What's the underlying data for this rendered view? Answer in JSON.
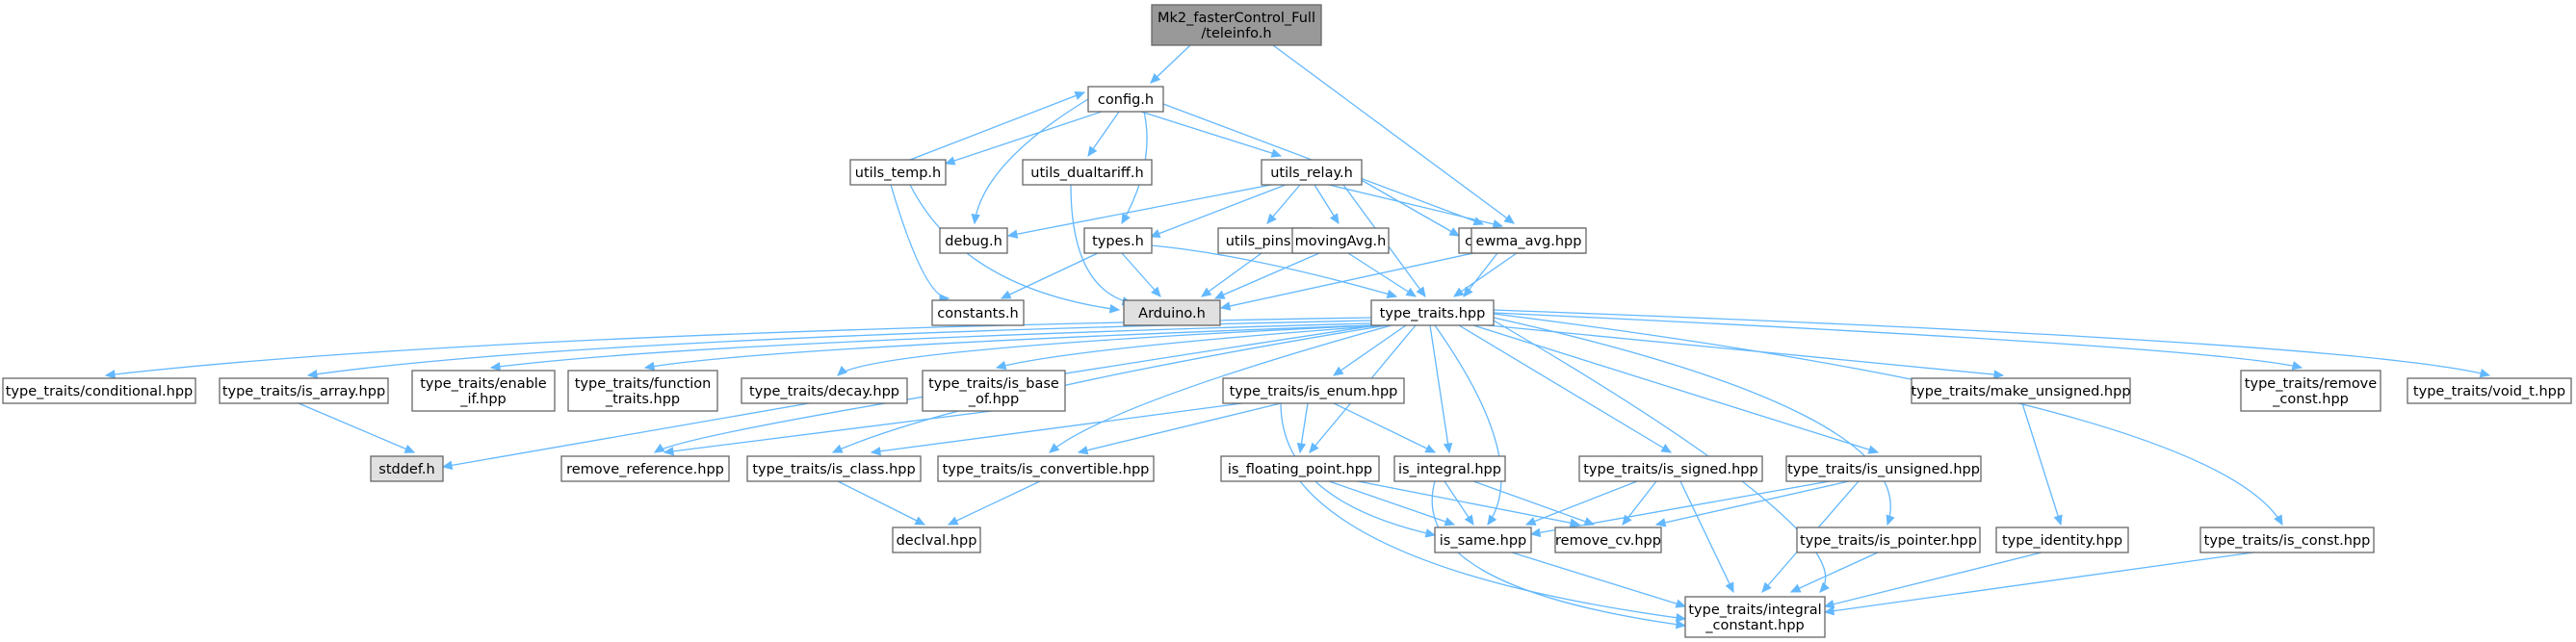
{
  "diagram": {
    "colors": {
      "edge": "#63b8ff",
      "node_border": "#666666",
      "root_fill": "#999999",
      "system_fill": "#e0e0e0",
      "node_fill": "#ffffff"
    },
    "nodes": [
      {
        "id": "teleinfo",
        "lines": [
          "Mk2_fasterControl_Full",
          "/teleinfo.h"
        ],
        "kind": "root"
      },
      {
        "id": "config",
        "lines": [
          "config.h"
        ],
        "kind": "file"
      },
      {
        "id": "config_system",
        "lines": [
          "config_system.h"
        ],
        "kind": "file"
      },
      {
        "id": "utils_temp",
        "lines": [
          "utils_temp.h"
        ],
        "kind": "file"
      },
      {
        "id": "utils_dualtariff",
        "lines": [
          "utils_dualtariff.h"
        ],
        "kind": "file"
      },
      {
        "id": "utils_relay",
        "lines": [
          "utils_relay.h"
        ],
        "kind": "file"
      },
      {
        "id": "debug",
        "lines": [
          "debug.h"
        ],
        "kind": "file"
      },
      {
        "id": "types",
        "lines": [
          "types.h"
        ],
        "kind": "file"
      },
      {
        "id": "utils_pins",
        "lines": [
          "utils_pins.h"
        ],
        "kind": "file"
      },
      {
        "id": "movingAvg",
        "lines": [
          "movingAvg.h"
        ],
        "kind": "file"
      },
      {
        "id": "ewma_avg",
        "lines": [
          "ewma_avg.hpp"
        ],
        "kind": "file"
      },
      {
        "id": "constants",
        "lines": [
          "constants.h"
        ],
        "kind": "file"
      },
      {
        "id": "arduino",
        "lines": [
          "Arduino.h"
        ],
        "kind": "system"
      },
      {
        "id": "type_traits",
        "lines": [
          "type_traits.hpp"
        ],
        "kind": "file"
      },
      {
        "id": "conditional",
        "lines": [
          "type_traits/conditional.hpp"
        ],
        "kind": "file"
      },
      {
        "id": "is_array",
        "lines": [
          "type_traits/is_array.hpp"
        ],
        "kind": "file"
      },
      {
        "id": "enable_if",
        "lines": [
          "type_traits/enable",
          "_if.hpp"
        ],
        "kind": "file"
      },
      {
        "id": "function_traits",
        "lines": [
          "type_traits/function",
          "_traits.hpp"
        ],
        "kind": "file"
      },
      {
        "id": "decay",
        "lines": [
          "type_traits/decay.hpp"
        ],
        "kind": "file"
      },
      {
        "id": "is_base_of",
        "lines": [
          "type_traits/is_base",
          "_of.hpp"
        ],
        "kind": "file"
      },
      {
        "id": "is_enum",
        "lines": [
          "type_traits/is_enum.hpp"
        ],
        "kind": "file"
      },
      {
        "id": "make_unsigned",
        "lines": [
          "type_traits/make_unsigned.hpp"
        ],
        "kind": "file"
      },
      {
        "id": "remove_const",
        "lines": [
          "type_traits/remove",
          "_const.hpp"
        ],
        "kind": "file"
      },
      {
        "id": "void_t",
        "lines": [
          "type_traits/void_t.hpp"
        ],
        "kind": "file"
      },
      {
        "id": "stddef",
        "lines": [
          "stddef.h"
        ],
        "kind": "system"
      },
      {
        "id": "remove_reference",
        "lines": [
          "remove_reference.hpp"
        ],
        "kind": "file"
      },
      {
        "id": "is_class",
        "lines": [
          "type_traits/is_class.hpp"
        ],
        "kind": "file"
      },
      {
        "id": "is_convertible",
        "lines": [
          "type_traits/is_convertible.hpp"
        ],
        "kind": "file"
      },
      {
        "id": "is_floating_point",
        "lines": [
          "is_floating_point.hpp"
        ],
        "kind": "file"
      },
      {
        "id": "is_integral",
        "lines": [
          "is_integral.hpp"
        ],
        "kind": "file"
      },
      {
        "id": "is_signed",
        "lines": [
          "type_traits/is_signed.hpp"
        ],
        "kind": "file"
      },
      {
        "id": "is_unsigned",
        "lines": [
          "type_traits/is_unsigned.hpp"
        ],
        "kind": "file"
      },
      {
        "id": "declval",
        "lines": [
          "declval.hpp"
        ],
        "kind": "file"
      },
      {
        "id": "is_same",
        "lines": [
          "is_same.hpp"
        ],
        "kind": "file"
      },
      {
        "id": "remove_cv",
        "lines": [
          "remove_cv.hpp"
        ],
        "kind": "file"
      },
      {
        "id": "is_pointer",
        "lines": [
          "type_traits/is_pointer.hpp"
        ],
        "kind": "file"
      },
      {
        "id": "type_identity",
        "lines": [
          "type_identity.hpp"
        ],
        "kind": "file"
      },
      {
        "id": "is_const",
        "lines": [
          "type_traits/is_const.hpp"
        ],
        "kind": "file"
      },
      {
        "id": "integral_constant",
        "lines": [
          "type_traits/integral",
          "_constant.hpp"
        ],
        "kind": "file"
      }
    ],
    "edges": [
      {
        "from": "teleinfo",
        "to": "config"
      },
      {
        "from": "teleinfo",
        "to": "config_system"
      },
      {
        "from": "config",
        "to": "config_system"
      },
      {
        "from": "config",
        "to": "utils_temp"
      },
      {
        "from": "config",
        "to": "utils_dualtariff"
      },
      {
        "from": "config",
        "to": "utils_relay"
      },
      {
        "from": "config",
        "to": "debug"
      },
      {
        "from": "config",
        "to": "types"
      },
      {
        "from": "utils_temp",
        "to": "config"
      },
      {
        "from": "utils_temp",
        "to": "constants"
      },
      {
        "from": "utils_temp",
        "to": "arduino"
      },
      {
        "from": "utils_dualtariff",
        "to": "arduino"
      },
      {
        "from": "utils_relay",
        "to": "debug"
      },
      {
        "from": "utils_relay",
        "to": "types"
      },
      {
        "from": "utils_relay",
        "to": "utils_pins"
      },
      {
        "from": "utils_relay",
        "to": "movingAvg"
      },
      {
        "from": "utils_relay",
        "to": "ewma_avg"
      },
      {
        "from": "utils_relay",
        "to": "config_system"
      },
      {
        "from": "utils_relay",
        "to": "type_traits"
      },
      {
        "from": "types",
        "to": "constants"
      },
      {
        "from": "types",
        "to": "arduino"
      },
      {
        "from": "types",
        "to": "type_traits"
      },
      {
        "from": "utils_pins",
        "to": "arduino"
      },
      {
        "from": "movingAvg",
        "to": "arduino"
      },
      {
        "from": "movingAvg",
        "to": "type_traits"
      },
      {
        "from": "ewma_avg",
        "to": "type_traits"
      },
      {
        "from": "config_system",
        "to": "arduino"
      },
      {
        "from": "config_system",
        "to": "type_traits"
      },
      {
        "from": "type_traits",
        "to": "conditional"
      },
      {
        "from": "type_traits",
        "to": "is_array"
      },
      {
        "from": "type_traits",
        "to": "enable_if"
      },
      {
        "from": "type_traits",
        "to": "function_traits"
      },
      {
        "from": "type_traits",
        "to": "decay"
      },
      {
        "from": "type_traits",
        "to": "is_base_of"
      },
      {
        "from": "type_traits",
        "to": "is_enum"
      },
      {
        "from": "type_traits",
        "to": "make_unsigned"
      },
      {
        "from": "type_traits",
        "to": "remove_const"
      },
      {
        "from": "type_traits",
        "to": "void_t"
      },
      {
        "from": "type_traits",
        "to": "remove_reference"
      },
      {
        "from": "type_traits",
        "to": "is_class"
      },
      {
        "from": "type_traits",
        "to": "is_convertible"
      },
      {
        "from": "type_traits",
        "to": "is_floating_point"
      },
      {
        "from": "type_traits",
        "to": "is_integral"
      },
      {
        "from": "type_traits",
        "to": "is_signed"
      },
      {
        "from": "type_traits",
        "to": "is_unsigned"
      },
      {
        "from": "type_traits",
        "to": "is_same"
      },
      {
        "from": "type_traits",
        "to": "is_pointer"
      },
      {
        "from": "type_traits",
        "to": "is_const"
      },
      {
        "from": "type_traits",
        "to": "integral_constant"
      },
      {
        "from": "is_array",
        "to": "stddef"
      },
      {
        "from": "decay",
        "to": "stddef"
      },
      {
        "from": "is_base_of",
        "to": "remove_reference"
      },
      {
        "from": "is_enum",
        "to": "is_class"
      },
      {
        "from": "is_enum",
        "to": "is_convertible"
      },
      {
        "from": "is_enum",
        "to": "is_floating_point"
      },
      {
        "from": "is_enum",
        "to": "is_integral"
      },
      {
        "from": "is_enum",
        "to": "is_same"
      },
      {
        "from": "is_class",
        "to": "declval"
      },
      {
        "from": "is_convertible",
        "to": "declval"
      },
      {
        "from": "is_floating_point",
        "to": "is_same"
      },
      {
        "from": "is_floating_point",
        "to": "remove_cv"
      },
      {
        "from": "is_floating_point",
        "to": "integral_constant"
      },
      {
        "from": "is_integral",
        "to": "is_same"
      },
      {
        "from": "is_integral",
        "to": "remove_cv"
      },
      {
        "from": "is_integral",
        "to": "integral_constant"
      },
      {
        "from": "is_signed",
        "to": "is_same"
      },
      {
        "from": "is_signed",
        "to": "remove_cv"
      },
      {
        "from": "is_signed",
        "to": "integral_constant"
      },
      {
        "from": "is_unsigned",
        "to": "is_same"
      },
      {
        "from": "is_unsigned",
        "to": "remove_cv"
      },
      {
        "from": "is_unsigned",
        "to": "integral_constant"
      },
      {
        "from": "is_same",
        "to": "integral_constant"
      },
      {
        "from": "is_pointer",
        "to": "integral_constant"
      },
      {
        "from": "make_unsigned",
        "to": "type_identity"
      },
      {
        "from": "type_identity",
        "to": "integral_constant"
      },
      {
        "from": "is_const",
        "to": "integral_constant"
      }
    ]
  }
}
